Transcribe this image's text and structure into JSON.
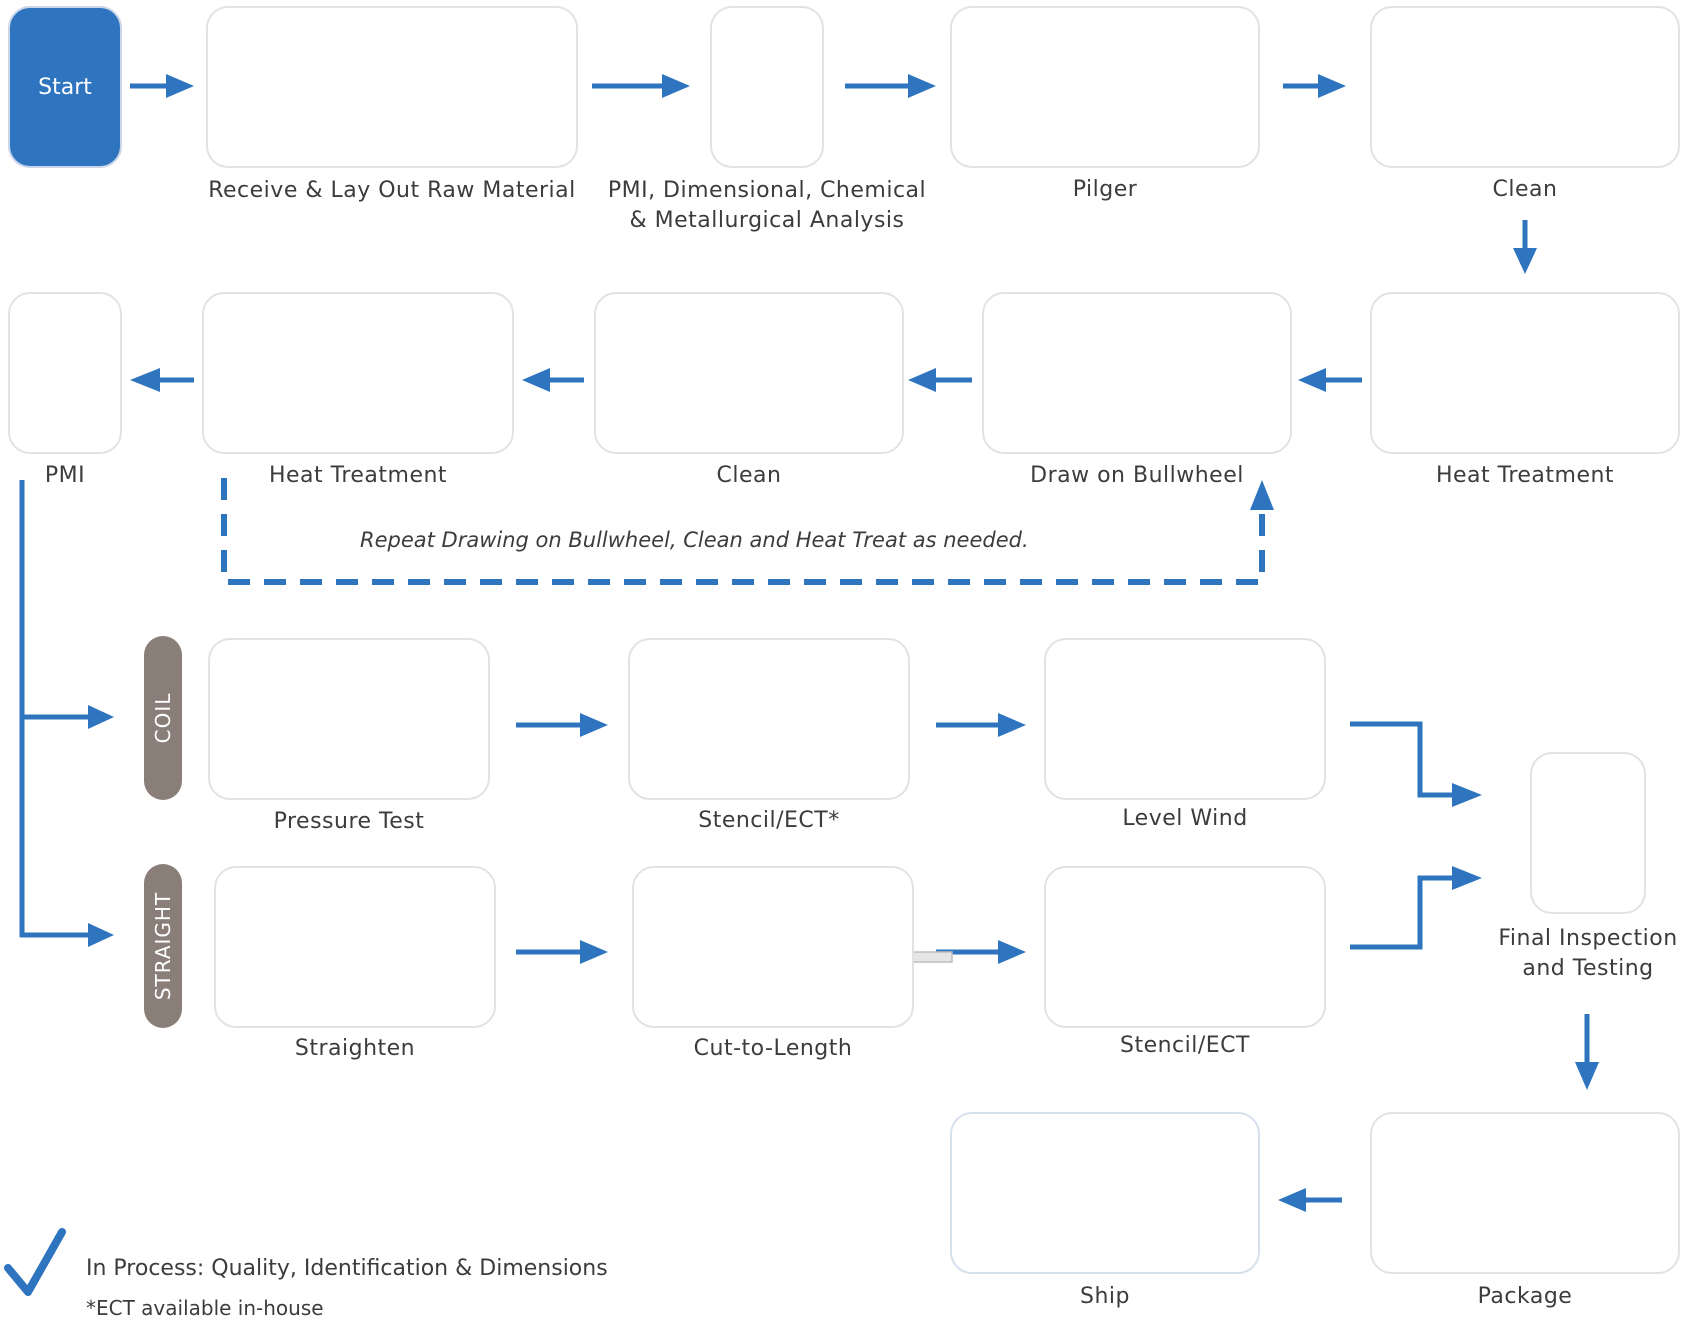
{
  "start_label": "Start",
  "accent_color": "#2e74be",
  "pill_color": "#8a7f78",
  "steps": {
    "receive": "Receive & Lay Out Raw Material",
    "pmi_analysis": "PMI, Dimensional, Chemical\n& Metallurgical Analysis",
    "pilger": "Pilger",
    "clean_1": "Clean",
    "heat_treatment_1": "Heat Treatment",
    "draw_bullwheel": "Draw on Bullwheel",
    "clean_2": "Clean",
    "heat_treatment_2": "Heat Treatment",
    "pmi": "PMI",
    "pressure_test": "Pressure Test",
    "stencil_ect_star": "Stencil/ECT*",
    "level_wind": "Level Wind",
    "straighten": "Straighten",
    "cut_to_length": "Cut-to-Length",
    "stencil_ect": "Stencil/ECT",
    "final_inspection": "Final Inspection\nand Testing",
    "package": "Package",
    "ship": "Ship"
  },
  "branches": {
    "coil": "COIL",
    "straight": "STRAIGHT"
  },
  "repeat_note": "Repeat Drawing on Bullwheel, Clean and Heat Treat as needed.",
  "legend": {
    "check_text": "In Process: Quality, Identification & Dimensions",
    "footnote_text": "*ECT available in-house"
  }
}
